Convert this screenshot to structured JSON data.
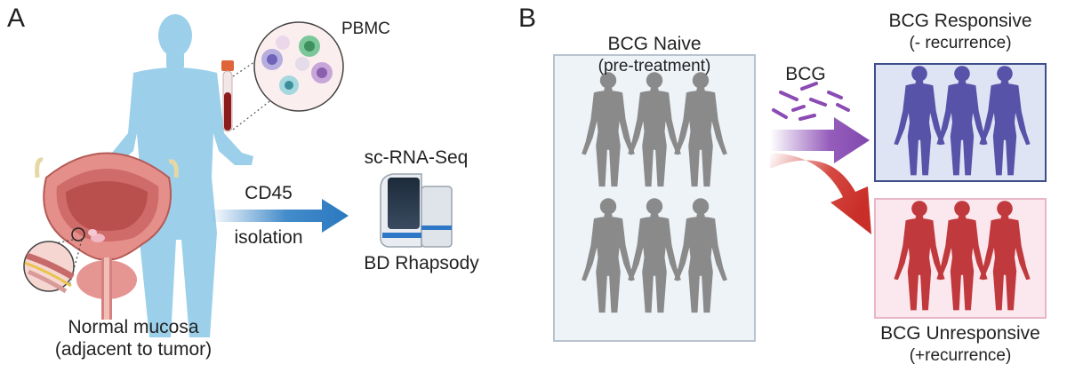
{
  "panel_a": {
    "letter": "A",
    "pbmc_label": "PBMC",
    "cd45_label": "CD45",
    "isolation_label": "isolation",
    "seq_label": "sc-RNA-Seq",
    "instrument_label": "BD Rhapsody",
    "mucosa_line1": "Normal mucosa",
    "mucosa_line2": "(adjacent to tumor)"
  },
  "panel_b": {
    "letter": "B",
    "naive_title": "BCG Naive",
    "naive_subtitle": "(pre-treatment)",
    "bcg_label": "BCG",
    "responsive_title": "BCG Responsive",
    "responsive_subtitle": "(- recurrence)",
    "unresponsive_title": "BCG Unresponsive",
    "unresponsive_subtitle": "(+recurrence)"
  },
  "colors": {
    "body_blue": "#9ccfea",
    "gray_figure": "#8a8a8a",
    "responsive_purple": "#5753a8",
    "unresponsive_red": "#c0393d",
    "arrow_blue": "#2f7fc4",
    "arrow_purple": "#8a4bb4",
    "arrow_red": "#d0342c",
    "bladder_pink": "#e58f8a"
  }
}
